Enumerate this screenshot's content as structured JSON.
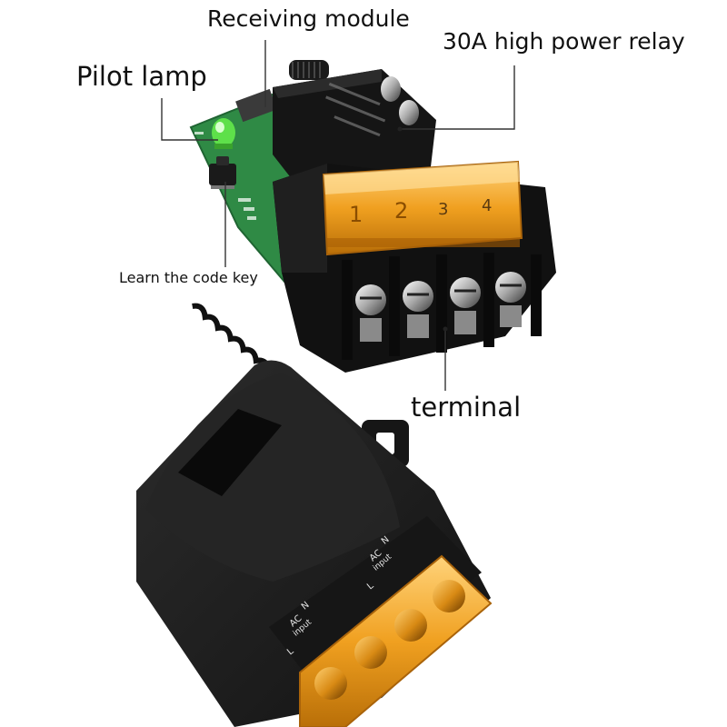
{
  "labels": {
    "receiving_module": "Receiving module",
    "high_power_relay": "30A high power relay",
    "pilot_lamp": "Pilot lamp",
    "learn_code_key": "Learn the code key",
    "terminal": "terminal"
  },
  "terminal_cover_numbers": [
    "1",
    "2",
    "3",
    "4"
  ],
  "housing_terminal_labels": {
    "left": [
      "AC",
      "input",
      "L",
      "N"
    ],
    "right": [
      "AC",
      "input",
      "L",
      "N"
    ]
  },
  "colors": {
    "terminal_cover": "#f0a020",
    "pcb_green": "#2f8a45",
    "housing": "#1c1c1c",
    "pilot_led": "#5ee04a"
  }
}
